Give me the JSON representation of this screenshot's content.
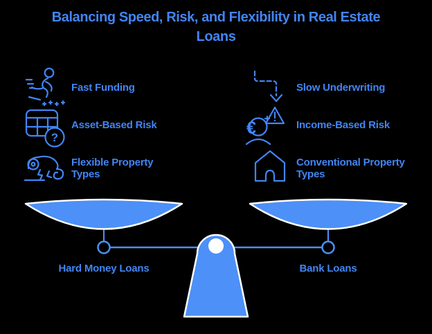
{
  "title": {
    "lines": [
      "Balancing Speed, Risk, and Flexibility in Real Estate",
      "Loans"
    ]
  },
  "left_column": {
    "items": [
      {
        "icon": "runner-icon",
        "lines": [
          "Fast Funding"
        ]
      },
      {
        "icon": "table-question-icon",
        "lines": [
          "Asset-Based Risk"
        ]
      },
      {
        "icon": "chameleon-icon",
        "lines": [
          "Flexible Property",
          "Types"
        ]
      }
    ]
  },
  "right_column": {
    "items": [
      {
        "icon": "dashed-arrow-icon",
        "lines": [
          "Slow Underwriting"
        ]
      },
      {
        "icon": "income-warning-icon",
        "lines": [
          "Income-Based Risk"
        ]
      },
      {
        "icon": "house-icon",
        "lines": [
          "Conventional Property",
          "Types"
        ]
      }
    ]
  },
  "scale": {
    "left_pan_label": "Hard Money Loans",
    "right_pan_label": "Bank Loans"
  },
  "glyphs": {
    "question": "?",
    "euro": "€"
  },
  "colors": {
    "background": "#000000",
    "accent_text": "#4285F4",
    "fill_blue": "#4D90F7",
    "outline_white": "#FFFFFF"
  }
}
